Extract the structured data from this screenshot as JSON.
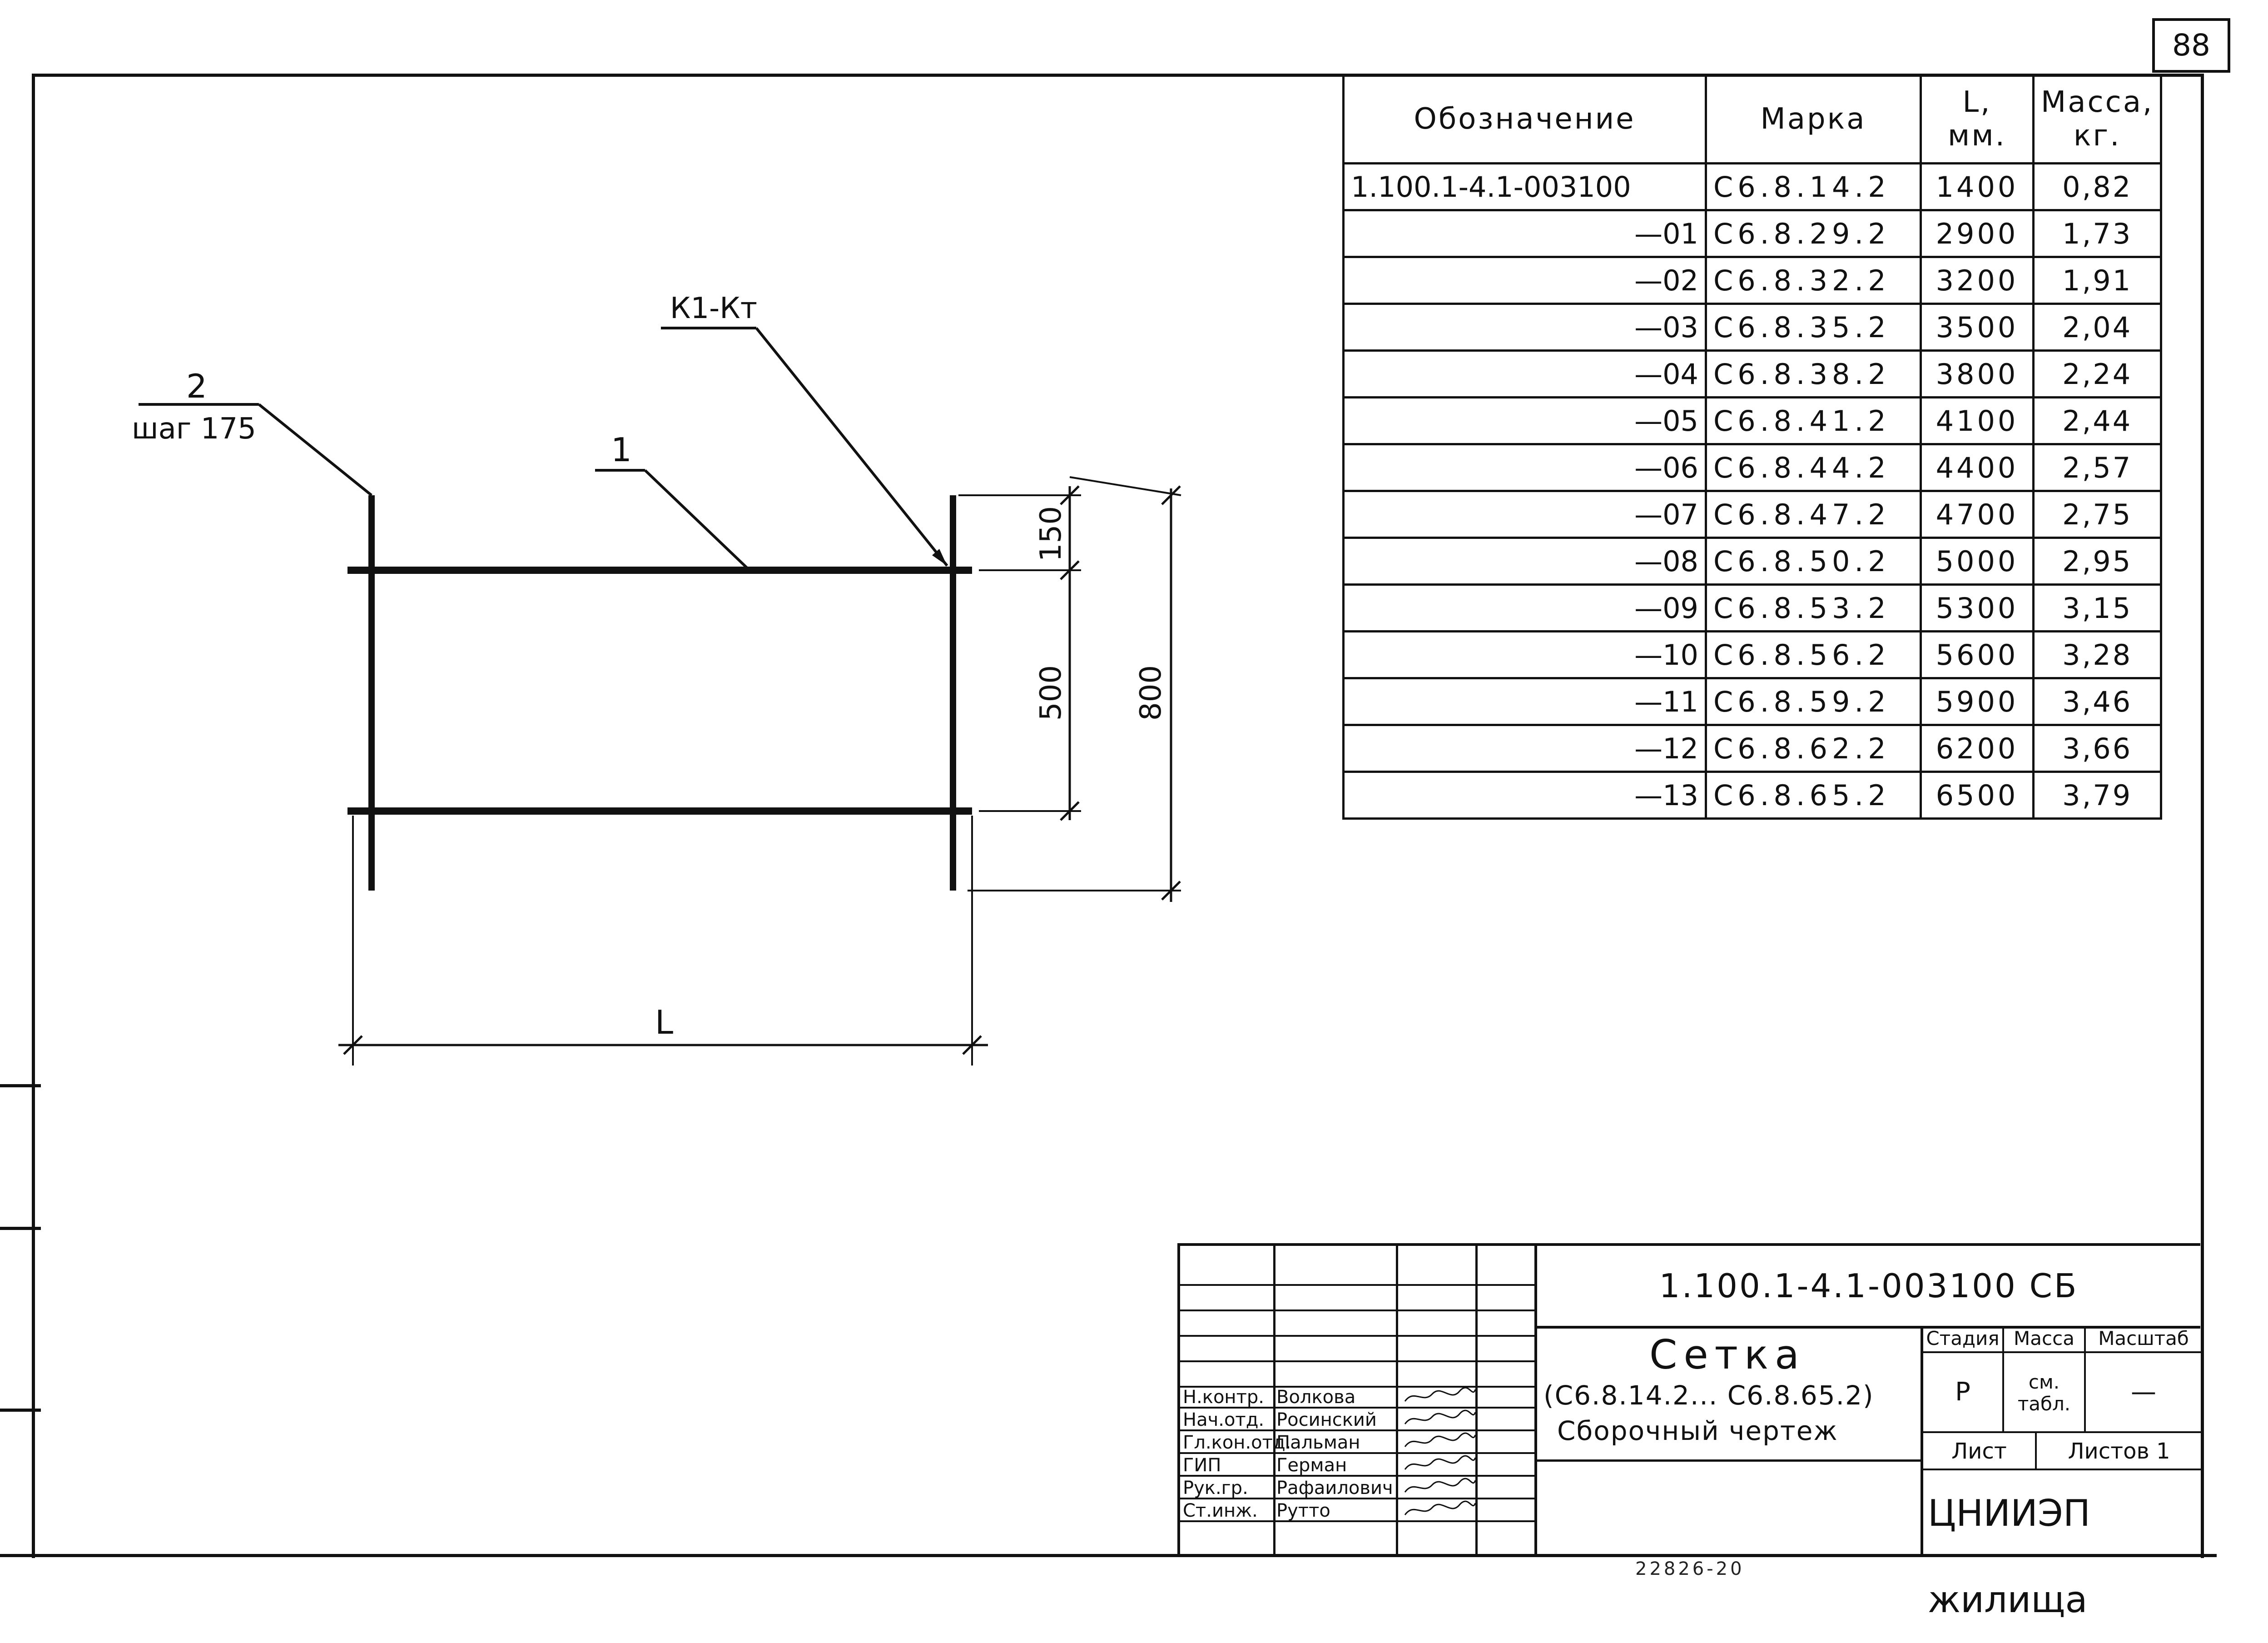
{
  "sheet_number": "88",
  "spec_table": {
    "headers": {
      "designation": "Обозначение",
      "mark": "Марка",
      "length": "L,",
      "length_unit": "мм.",
      "mass": "Масса,",
      "mass_unit": "кг."
    },
    "rows": [
      {
        "designation": "1.100.1-4.1-003100",
        "mark": "С6.8.14.2",
        "length": "1400",
        "mass": "0,82"
      },
      {
        "designation": "—01",
        "mark": "С6.8.29.2",
        "length": "2900",
        "mass": "1,73"
      },
      {
        "designation": "—02",
        "mark": "С6.8.32.2",
        "length": "3200",
        "mass": "1,91"
      },
      {
        "designation": "—03",
        "mark": "С6.8.35.2",
        "length": "3500",
        "mass": "2,04"
      },
      {
        "designation": "—04",
        "mark": "С6.8.38.2",
        "length": "3800",
        "mass": "2,24"
      },
      {
        "designation": "—05",
        "mark": "С6.8.41.2",
        "length": "4100",
        "mass": "2,44"
      },
      {
        "designation": "—06",
        "mark": "С6.8.44.2",
        "length": "4400",
        "mass": "2,57"
      },
      {
        "designation": "—07",
        "mark": "С6.8.47.2",
        "length": "4700",
        "mass": "2,75"
      },
      {
        "designation": "—08",
        "mark": "С6.8.50.2",
        "length": "5000",
        "mass": "2,95"
      },
      {
        "designation": "—09",
        "mark": "С6.8.53.2",
        "length": "5300",
        "mass": "3,15"
      },
      {
        "designation": "—10",
        "mark": "С6.8.56.2",
        "length": "5600",
        "mass": "3,28"
      },
      {
        "designation": "—11",
        "mark": "С6.8.59.2",
        "length": "5900",
        "mass": "3,46"
      },
      {
        "designation": "—12",
        "mark": "С6.8.62.2",
        "length": "6200",
        "mass": "3,66"
      },
      {
        "designation": "—13",
        "mark": "С6.8.65.2",
        "length": "6500",
        "mass": "3,79"
      }
    ]
  },
  "drawing": {
    "callout_pos2": "2",
    "callout_step": "шаг 175",
    "callout_pos1": "1",
    "callout_weld": "К1-Кт",
    "dim_150": "150",
    "dim_500": "500",
    "dim_800": "800",
    "dim_L": "L"
  },
  "title_block": {
    "document_code": "1.100.1-4.1-003100 СБ",
    "title": "Сетка",
    "subtitle": "(С6.8.14.2... С6.8.65.2)",
    "drawing_type": "Сборочный чертеж",
    "stage_label": "Стадия",
    "mass_label": "Масса",
    "scale_label": "Масштаб",
    "stage_value": "Р",
    "mass_value": "см. табл.",
    "scale_value": "—",
    "sheet_label": "Лист",
    "sheets_label": "Листов 1",
    "organization": "ЦНИИЭП жилища",
    "staff": [
      {
        "role": "Н.контр.",
        "name": "Волкова"
      },
      {
        "role": "Нач.отд.",
        "name": "Росинский"
      },
      {
        "role": "Гл.кон.отд.",
        "name": "Пальман"
      },
      {
        "role": "ГИП",
        "name": "Герман"
      },
      {
        "role": "Рук.гр.",
        "name": "Рафаилович"
      },
      {
        "role": "Ст.инж.",
        "name": "Рутто"
      }
    ]
  },
  "footnote": "22826-20"
}
